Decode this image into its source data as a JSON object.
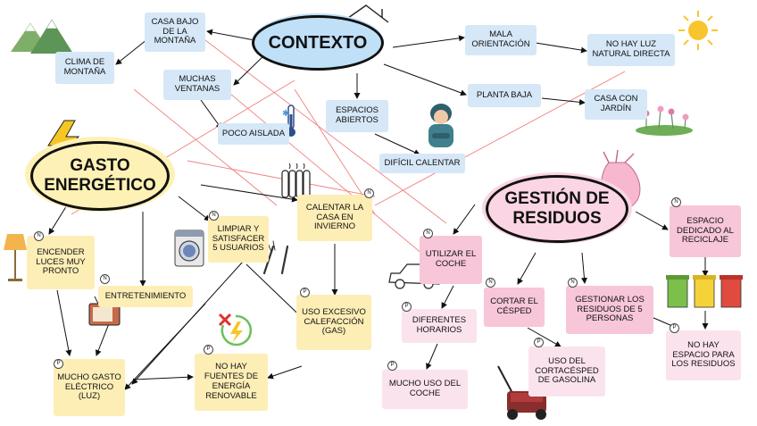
{
  "nodes": {
    "contexto": "CONTEXTO",
    "casa_bajo": "CASA BAJO DE LA MONTAÑA",
    "clima": "CLIMA DE MONTAÑA",
    "muchas_ventanas": "MUCHAS VENTANAS",
    "poco_aislada": "POCO AISLADA",
    "espacios_abiertos": "ESPACIOS ABIERTOS",
    "dificil_calentar": "DIFÍCIL CALENTAR",
    "mala_orientacion": "MALA ORIENTACIÓN",
    "no_luz": "NO HAY LUZ NATURAL DIRECTA",
    "planta_baja": "PLANTA BAJA",
    "casa_jardin": "CASA CON JARDÍN",
    "gasto": "GASTO ENERGÉTICO",
    "encender_luces": "ENCENDER LUCES MUY PRONTO",
    "limpiar": "LIMPIAR Y SATISFACER 5 USUARIOS",
    "calentar_casa": "CALENTAR LA CASA EN INVIERNO",
    "entretenimiento": "ENTRETENIMIENTO",
    "uso_calefaccion": "USO EXCESIVO CALEFACCIÓN (GAS)",
    "mucho_gasto": "MUCHO GASTO ELÉCTRICO (LUZ)",
    "no_fuentes": "NO HAY FUENTES DE ENERGÍA RENOVABLE",
    "gestion": "GESTIÓN DE RESIDUOS",
    "utilizar_coche": "UTILIZAR EL COCHE",
    "diferentes_horarios": "DIFERENTES HORARIOS",
    "mucho_uso": "MUCHO USO DEL COCHE",
    "cortar_cesped": "CORTAR EL CÉSPED",
    "uso_cortacesped": "USO DEL CORTACÉSPED DE GASOLINA",
    "gestionar": "GESTIONAR LOS RESIDUOS DE 5 PERSONAS",
    "espacio_reciclaje": "ESPACIO DEDICADO AL RECICLAJE",
    "no_espacio": "NO HAY ESPACIO PARA LOS RESIDUOS"
  },
  "badges": {
    "n": "N",
    "p": "P"
  },
  "colors": {
    "blue": "#d6e7f7",
    "yellow": "#fdeeb6",
    "pink": "#f7c6d8",
    "light_pink": "#fbe3ee",
    "relation_line": "#f08080",
    "arrow": "#111111"
  },
  "icons": [
    "mountain-icon",
    "house-outline-icon",
    "sun-icon",
    "thermometer-icon",
    "cold-person-icon",
    "garden-flowers-icon",
    "lightning-icon",
    "radiator-icon",
    "trash-bag-icon",
    "floor-lamp-icon",
    "washing-machine-icon",
    "cutlery-icon",
    "television-icon",
    "no-renewable-icon",
    "car-icon",
    "lawnmower-icon",
    "recycling-bins-icon"
  ]
}
